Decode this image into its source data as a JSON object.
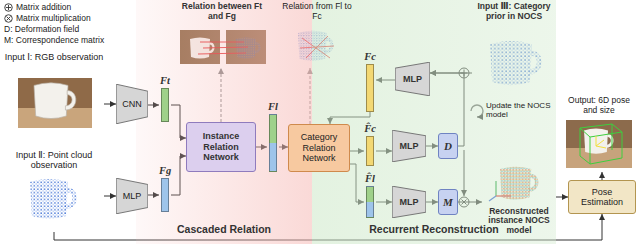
{
  "diagram": {
    "nodes": [
      {
        "text": [
          "Cascaded Relation"
        ]
      },
      {
        "text": [
          "Recurrent Reconstruction"
        ]
      },
      {
        "text": [
          "Input Ⅰ: RGB observation"
        ]
      },
      {
        "text": [
          "Input Ⅱ: Point cloud observation"
        ]
      },
      {
        "text": [
          "CNN"
        ]
      },
      {
        "text": [
          "MLP"
        ]
      },
      {
        "text": [
          "Ft"
        ],
        "in": 0
      },
      {
        "text": [
          "Fg"
        ],
        "in": 0
      },
      {
        "text": [
          "Relation between Ft and Fg"
        ],
        "in": 0
      },
      {
        "text": [
          "Instance Relation Network"
        ],
        "in": 0
      },
      {
        "text": [
          "Fl"
        ],
        "in": 0
      },
      {
        "text": [
          "Relation from Fl to Fc"
        ]
      },
      {
        "text": [
          "Category Relation Network"
        ]
      },
      {
        "text": [
          "Input Ⅲ: Category prior in NOCS"
        ],
        "in": 1
      },
      {
        "text": [
          "MLP"
        ],
        "in": 1
      },
      {
        "text": [
          "Fc"
        ],
        "in": 1
      },
      {
        "text": [
          "F̂c"
        ],
        "in": 1
      },
      {
        "text": [
          "F̂l"
        ],
        "in": 1
      },
      {
        "text": [
          "MLP"
        ],
        "in": 1
      },
      {
        "text": [
          "D"
        ],
        "in": 1
      },
      {
        "text": [
          "MLP"
        ],
        "in": 1
      },
      {
        "text": [
          "M"
        ],
        "in": 1
      },
      {
        "text": [
          "Reconstructed instance NOCS model"
        ],
        "in": 1
      },
      {
        "text": [
          "Output: 6D pose and size"
        ]
      },
      {
        "text": [
          "Pose Estimation"
        ]
      }
    ],
    "edges": [
      {
        "from": 2,
        "to": 4,
        "arrow": "to"
      },
      {
        "from": 3,
        "to": 5,
        "arrow": "to"
      },
      {
        "from": 4,
        "to": 6,
        "arrow": "to"
      },
      {
        "from": 5,
        "to": 7,
        "arrow": "to"
      },
      {
        "from": 6,
        "to": 9,
        "arrow": "to"
      },
      {
        "from": 7,
        "to": 9,
        "arrow": "to"
      },
      {
        "from": 9,
        "to": 8,
        "arrow": "to"
      },
      {
        "from": 9,
        "to": 10,
        "arrow": "to"
      },
      {
        "from": 10,
        "to": 12,
        "arrow": "to"
      },
      {
        "from": 12,
        "to": 11,
        "arrow": "to"
      },
      {
        "from": 12,
        "to": 16,
        "arrow": "to"
      },
      {
        "from": 12,
        "to": 17,
        "arrow": "to"
      },
      {
        "from": 13,
        "to": 14,
        "arrow": "to"
      },
      {
        "from": 19,
        "to": 14,
        "arrow": "to"
      },
      {
        "from": 14,
        "to": 15,
        "arrow": "to"
      },
      {
        "from": 15,
        "to": 12,
        "arrow": "to"
      },
      {
        "from": 16,
        "to": 18,
        "arrow": "to"
      },
      {
        "from": 17,
        "to": 20,
        "arrow": "to"
      },
      {
        "from": 18,
        "to": 19,
        "arrow": "to"
      },
      {
        "from": 20,
        "to": 21,
        "arrow": "to"
      },
      {
        "from": 21,
        "to": 22,
        "arrow": "to"
      },
      {
        "from": 22,
        "to": 24,
        "arrow": "to"
      },
      {
        "from": 3,
        "to": 24,
        "arrow": "to"
      },
      {
        "from": 24,
        "to": 23,
        "arrow": "to"
      }
    ],
    "labels": [
      "Update the NOCS model"
    ],
    "legend": [
      {
        "text": "Matrix addition"
      },
      {
        "text": "Matrix multiplication"
      },
      {
        "text": "D: Deformation field"
      },
      {
        "text": "M: Correspondence matrix"
      }
    ]
  }
}
